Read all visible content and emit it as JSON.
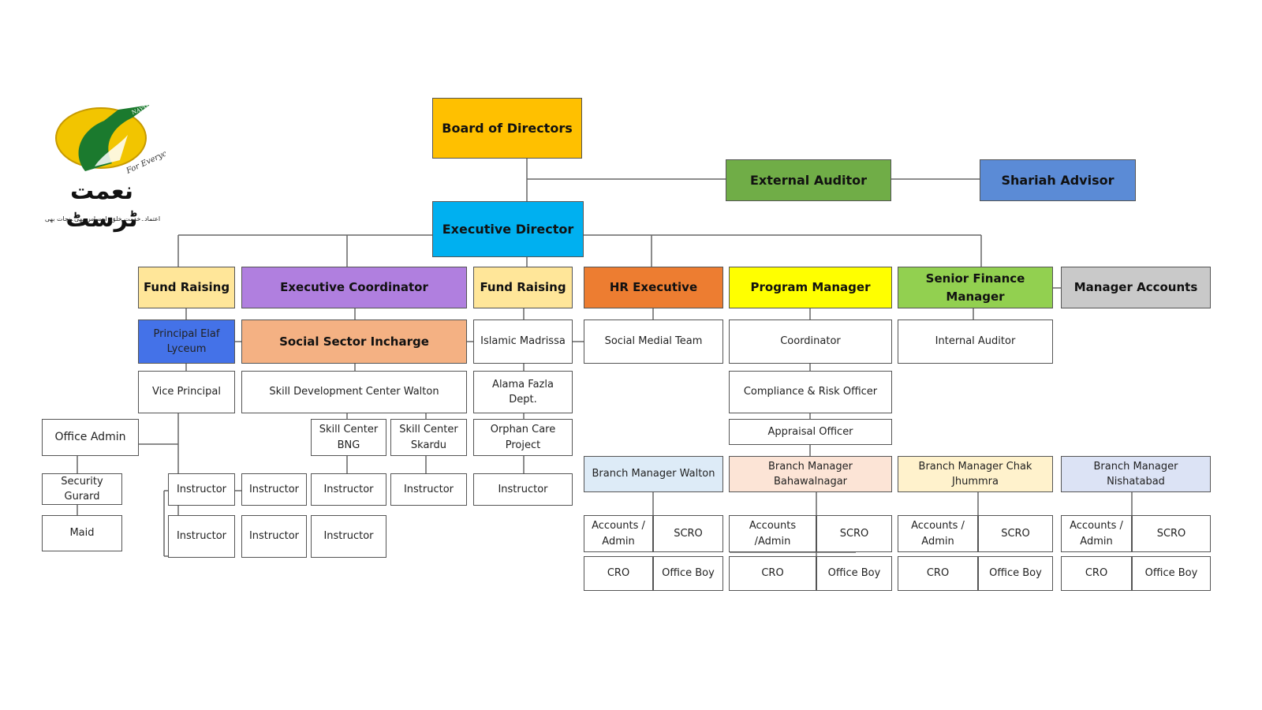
{
  "logo": {
    "badge_text": "NAYMET",
    "tagline": "For Everyone",
    "urdu_name": "نعمت ٹرسٹ",
    "urdu_motto": "اعتماد۔خدمت خلق۔احساس بھی۔نجات بھی",
    "colors": {
      "green": "#1b7a2e",
      "yellow": "#f2c500"
    }
  },
  "colors": {
    "orange_gold": "#FFC000",
    "blue": "#00B0F0",
    "green_dark": "#70AD47",
    "slate_blue": "#5B8BD6",
    "light_yellow": "#FFE699",
    "purple": "#B07FDF",
    "orange": "#ED7D31",
    "yellow": "#FFFF00",
    "light_green": "#92D050",
    "gray": "#C9C9C9",
    "royal_blue": "#4472E8",
    "salmon": "#F4B183",
    "pale_blue": "#DDEBF7",
    "pale_peach": "#FCE4D6",
    "pale_yellow": "#FFF2CC",
    "pale_lavender": "#DCE3F5"
  },
  "nodes": {
    "board": "Board of Directors",
    "external_auditor": "External Auditor",
    "shariah_advisor": "Shariah Advisor",
    "executive_director": "Executive Director",
    "fund_raising_1": "Fund Raising",
    "executive_coordinator": "Executive Coordinator",
    "fund_raising_2": "Fund Raising",
    "hr_executive": "HR Executive",
    "program_manager": "Program Manager",
    "senior_finance_manager": "Senior Finance Manager",
    "manager_accounts": "Manager Accounts",
    "principal_elaf": "Principal Elaf Lyceum",
    "social_sector_incharge": "Social Sector Incharge",
    "islamic_madrissa": "Islamic Madrissa",
    "social_media_team": "Social Medial Team",
    "coordinator": "Coordinator",
    "internal_auditor": "Internal Auditor",
    "vice_principal": "Vice Principal",
    "skill_dev_walton": "Skill Development Center Walton",
    "alama_fazla": "Alama Fazla Dept.",
    "compliance_risk": "Compliance & Risk Officer",
    "office_admin": "Office Admin",
    "skill_center_bng": "Skill Center BNG",
    "skill_center_skardu": "Skill Center Skardu",
    "orphan_care": "Orphan Care Project",
    "appraisal_officer": "Appraisal Officer",
    "security_guard": "Security Gurard",
    "maid": "Maid",
    "instructor_vp_1": "Instructor",
    "instructor_vp_2": "Instructor",
    "instructor_walton_1": "Instructor",
    "instructor_walton_2": "Instructor",
    "instructor_bng_1": "Instructor",
    "instructor_bng_2": "Instructor",
    "instructor_skardu": "Instructor",
    "instructor_orphan": "Instructor",
    "bm_walton": "Branch Manager Walton",
    "bm_bahawalnagar": "Branch Manager Bahawalnagar",
    "bm_chak_jhummra": "Branch Manager Chak Jhummra",
    "bm_nishatabad": "Branch Manager Nishatabad",
    "walton_accounts": "Accounts / Admin",
    "walton_scro": "SCRO",
    "walton_cro": "CRO",
    "walton_office_boy": "Office Boy",
    "bah_accounts": "Accounts /Admin",
    "bah_scro": "SCRO",
    "bah_cro": "CRO",
    "bah_office_boy": "Office Boy",
    "chak_accounts": "Accounts / Admin",
    "chak_scro": "SCRO",
    "chak_cro": "CRO",
    "chak_office_boy": "Office Boy",
    "nish_accounts": "Accounts / Admin",
    "nish_scro": "SCRO",
    "nish_cro": "CRO",
    "nish_office_boy": "Office Boy"
  }
}
